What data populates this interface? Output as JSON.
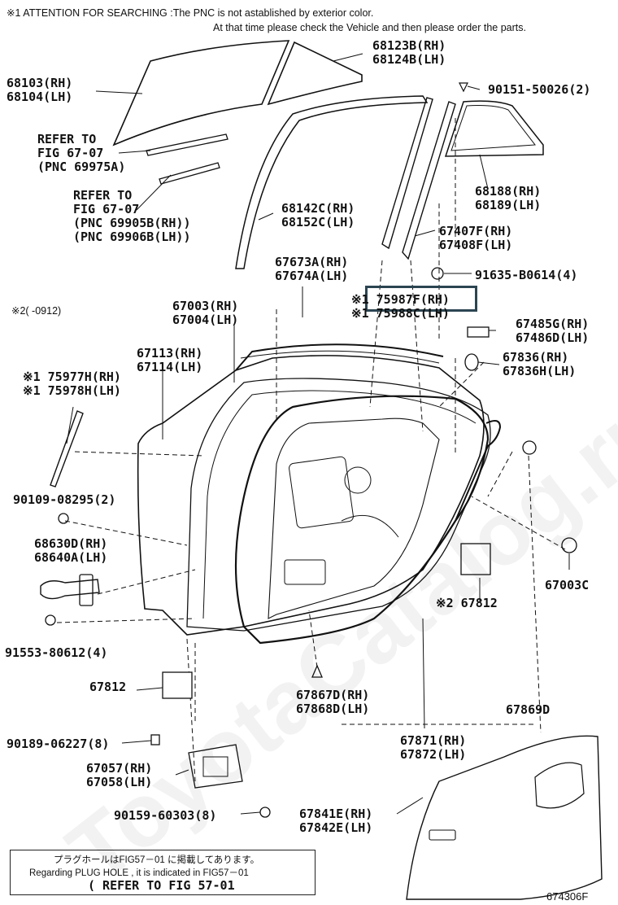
{
  "header": {
    "line1": "※1 ATTENTION FOR SEARCHING :The PNC is not astablished by exterior color.",
    "line2": "At that time please check the Vehicle and then please order the parts."
  },
  "watermark": "ToyotaCatalog.ru",
  "labels": {
    "p68123": [
      "68123B(RH)",
      "68124B(LH)"
    ],
    "p68103": [
      "68103(RH)",
      "68104(LH)"
    ],
    "p90151": "90151-50026(2)",
    "ref1": [
      "REFER TO",
      "FIG 67-07",
      "(PNC 69975A)"
    ],
    "p68188": [
      "68188(RH)",
      "68189(LH)"
    ],
    "ref2": [
      "REFER TO",
      "FIG 67-07",
      "(PNC 69905B(RH))",
      "(PNC 69906B(LH))"
    ],
    "p68142": [
      "68142C(RH)",
      "68152C(LH)"
    ],
    "p67407": [
      "67407F(RH)",
      "67408F(LH)"
    ],
    "p91635": "91635-B0614(4)",
    "p67673": [
      "67673A(RH)",
      "67674A(LH)"
    ],
    "p75987": [
      "※1 75987F(RH)",
      "※1 75988C(LH)"
    ],
    "mark2range": "※2(      -0912)",
    "p67003": [
      "67003(RH)",
      "67004(LH)"
    ],
    "p67485": [
      "67485G(RH)",
      "67486D(LH)"
    ],
    "p67113": [
      "67113(RH)",
      "67114(LH)"
    ],
    "p67836": [
      "67836(RH)",
      "67836H(LH)"
    ],
    "p75977": [
      "※1 75977H(RH)",
      "※1 75978H(LH)"
    ],
    "p90109": "90109-08295(2)",
    "p68630": [
      "68630D(RH)",
      "68640A(LH)"
    ],
    "p67003c": "67003C",
    "p67812b": "※2 67812",
    "p91553": "91553-80612(4)",
    "p67812": "67812",
    "p67867": [
      "67867D(RH)",
      "67868D(LH)"
    ],
    "p67869": "67869D",
    "p90189": "90189-06227(8)",
    "p67871": [
      "67871(RH)",
      "67872(LH)"
    ],
    "p67057": [
      "67057(RH)",
      "67058(LH)"
    ],
    "p90159": "90159-60303(8)",
    "p67841": [
      "67841E(RH)",
      "67842E(LH)"
    ]
  },
  "footer_box": {
    "jp": "プラグホールはFIG57－01 に掲載してあります。",
    "en": "Regarding PLUG HOLE , it is indicated in FIG57－01",
    "ref": "( REFER TO FIG 57-01"
  },
  "figure_code": "674306F",
  "highlight": "75987F(RH)"
}
